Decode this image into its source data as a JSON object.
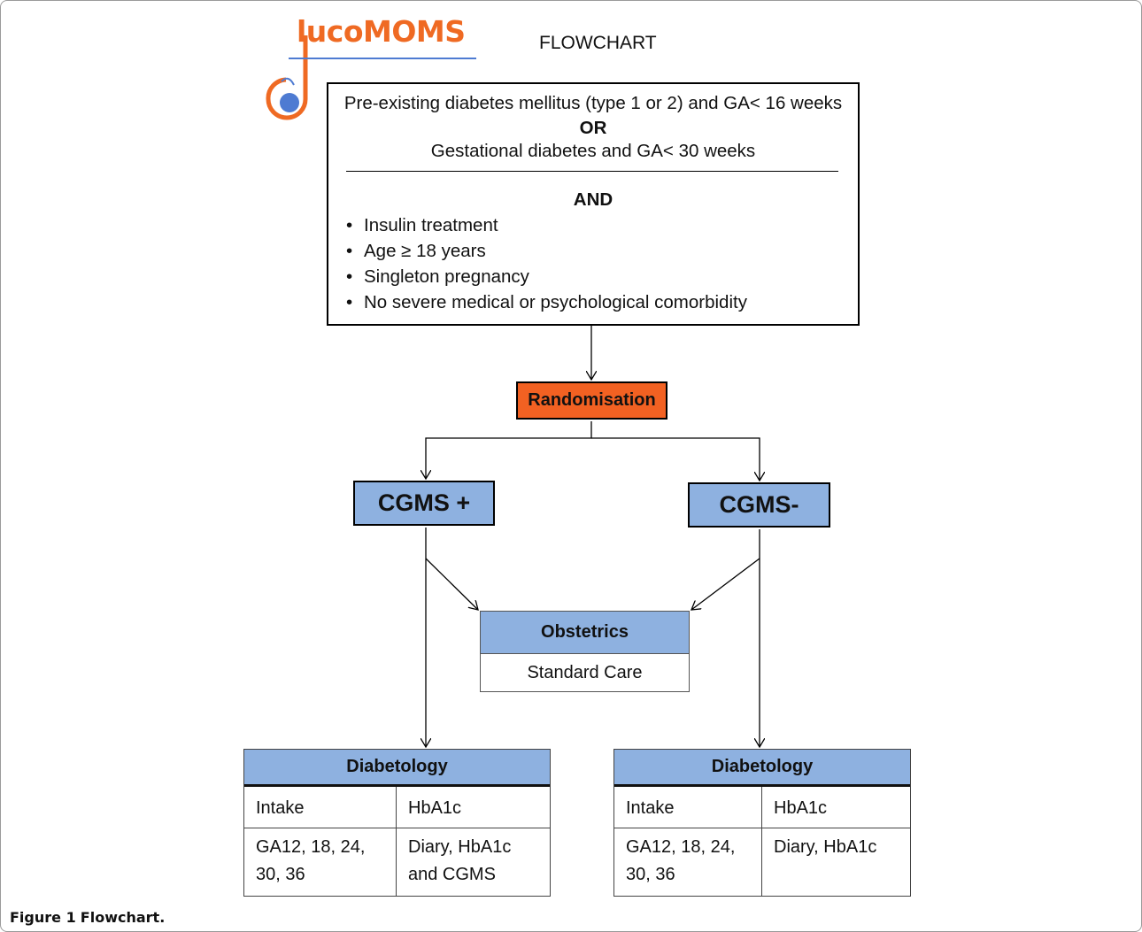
{
  "logo": {
    "text": "GlucoMOMS",
    "initial": "G",
    "rest": "lucoMOMS"
  },
  "title": "FLOWCHART",
  "eligibility": {
    "line1": "Pre-existing diabetes mellitus (type 1 or 2) and GA< 16 weeks",
    "or_label": "OR",
    "line2": "Gestational diabetes and GA< 30 weeks",
    "and_label": "AND",
    "criteria": [
      "Insulin treatment",
      "Age ≥ 18 years",
      "Singleton pregnancy",
      "No severe medical or psychological comorbidity"
    ]
  },
  "randomisation": "Randomisation",
  "arms": {
    "plus": "CGMS +",
    "minus": "CGMS-"
  },
  "obstetrics": {
    "title": "Obstetrics",
    "body": "Standard Care"
  },
  "diabetology_left": {
    "title": "Diabetology",
    "row1": [
      "Intake",
      "HbA1c"
    ],
    "row2": [
      "GA12, 18, 24, 30, 36",
      "Diary, HbA1c and CGMS"
    ]
  },
  "diabetology_right": {
    "title": "Diabetology",
    "row1": [
      "Intake",
      "HbA1c"
    ],
    "row2": [
      "GA12, 18, 24, 30, 36",
      "Diary, HbA1c"
    ]
  },
  "caption": {
    "label": "Figure 1",
    "text": "Flowchart."
  },
  "colors": {
    "orange": "#f26122",
    "blue": "#8eb1e0",
    "logo_orange": "#ef6a23",
    "logo_blue": "#4e7bd2"
  }
}
